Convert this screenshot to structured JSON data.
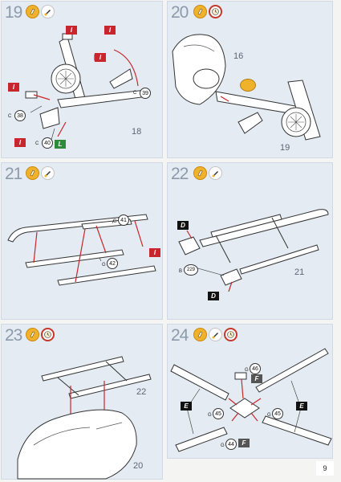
{
  "page_number": "9",
  "steps": [
    {
      "id": "19",
      "number": "19",
      "icons": [
        "glue-icon",
        "paint-icon"
      ],
      "callouts": {
        "part_a": "18"
      },
      "tags": [
        "I",
        "I",
        "I",
        "I",
        "I",
        "L"
      ],
      "parts": {
        "c38": "38",
        "c39": "39",
        "c40": "40",
        "c_letter": "C",
        "c_letter2": "C",
        "c_letter3": "C"
      }
    },
    {
      "id": "20",
      "number": "20",
      "icons": [
        "glue-icon",
        "clock-icon"
      ],
      "callouts": {
        "part_a": "16",
        "part_b": "19"
      }
    },
    {
      "id": "21",
      "number": "21",
      "icons": [
        "glue-icon",
        "paint-icon"
      ],
      "tags": [
        "I"
      ],
      "parts": {
        "g41": "41",
        "g42": "42",
        "g_letter": "G",
        "g_letter2": "G"
      }
    },
    {
      "id": "22",
      "number": "22",
      "icons": [
        "glue-icon",
        "paint-icon"
      ],
      "callouts": {
        "part_a": "21"
      },
      "tags": [
        "D",
        "D"
      ],
      "parts": {
        "b229": "229",
        "b_letter": "B"
      }
    },
    {
      "id": "23",
      "number": "23",
      "icons": [
        "glue-icon",
        "clock-icon"
      ],
      "callouts": {
        "part_a": "22",
        "part_b": "20"
      }
    },
    {
      "id": "24",
      "number": "24",
      "icons": [
        "glue-icon",
        "paint-icon",
        "clock-icon"
      ],
      "tags": [
        "F",
        "E",
        "E",
        "F"
      ],
      "parts": {
        "g46": "46",
        "g45a": "45",
        "g45b": "45",
        "g44": "44",
        "g_letter": "G",
        "g_letter2": "G",
        "g_letter3": "G",
        "g_letter4": "G"
      }
    }
  ],
  "colors": {
    "panel_bg": "#e4ebf3",
    "glue": "#f0b12b",
    "clock_ring": "#c33a2a",
    "tag_red": "#c8262b",
    "tag_green": "#2f8a3a",
    "tag_black": "#111111"
  }
}
